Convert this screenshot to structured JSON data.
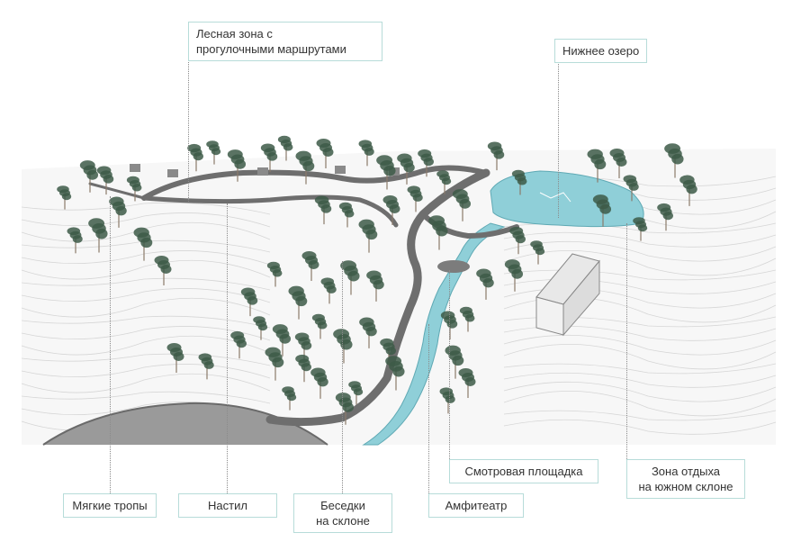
{
  "labels": {
    "forest": [
      "Лесная зона с",
      "прогулочными маршрутами"
    ],
    "lake": "Нижнее озеро",
    "soft_paths": "Мягкие тропы",
    "decking": "Настил",
    "pavilions": [
      "Беседки",
      "на склоне"
    ],
    "amphitheater": "Амфитеатр",
    "viewpoint": "Смотровая площадка",
    "rest_zone": [
      "Зона отдыха",
      "на южном склоне"
    ]
  },
  "colors": {
    "water": "#8fcfd8",
    "water_edge": "#5fa9b4",
    "path": "#6e6e6e",
    "tree": "#3d5a48",
    "trunk": "#8a7a6a",
    "contour": "#d6d6d6",
    "callout_border": "#b7dcd9",
    "plaza": "#9a9a9a"
  }
}
